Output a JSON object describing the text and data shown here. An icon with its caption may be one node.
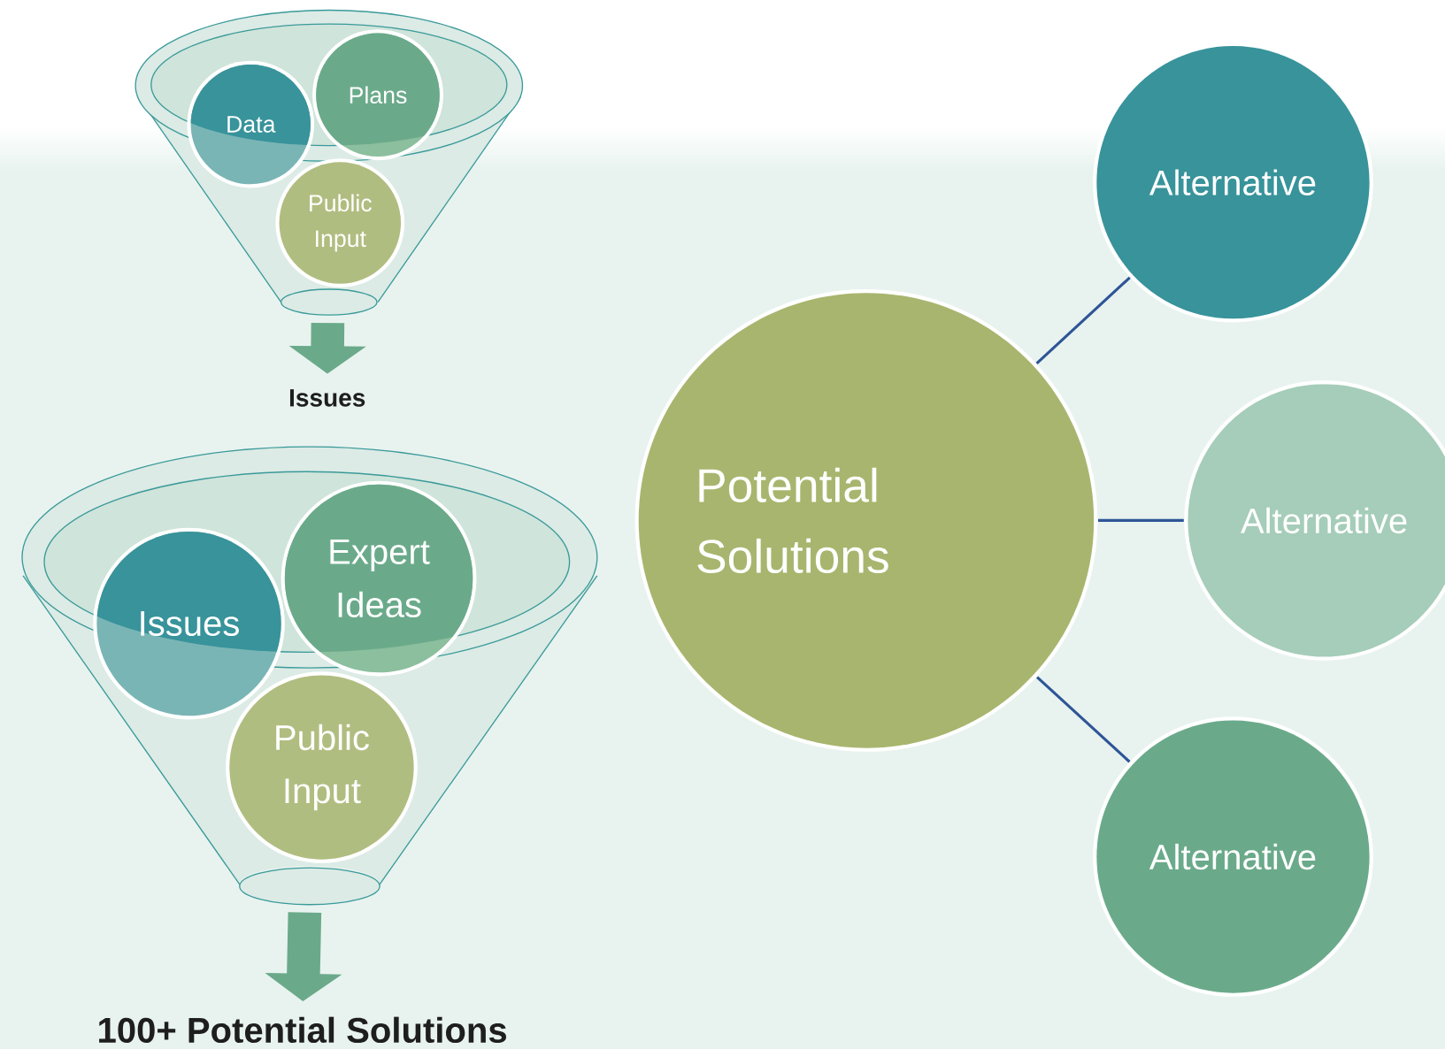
{
  "diagram": {
    "nodes": [
      {
        "text": [],
        "shape": "funnel"
      },
      {
        "text": [
          "Data"
        ]
      },
      {
        "text": [
          "Plans"
        ]
      },
      {
        "text": [
          "Public Input"
        ],
        "in": 0
      },
      {
        "text": [
          "Issues"
        ]
      },
      {
        "text": [],
        "shape": "funnel"
      },
      {
        "text": [
          "Issues"
        ]
      },
      {
        "text": [
          "Expert Ideas"
        ]
      },
      {
        "text": [
          "Public Input"
        ],
        "in": 5
      },
      {
        "text": [
          "100+ Potential Solutions"
        ]
      },
      {
        "text": [
          "Potential Solutions"
        ]
      },
      {
        "text": [
          "Alternative"
        ]
      },
      {
        "text": [
          "Alternative"
        ]
      },
      {
        "text": [
          "Alternative"
        ]
      }
    ],
    "edges": [
      {
        "from": 0,
        "to": 4,
        "arrow": "to",
        "style": "thick"
      },
      {
        "from": 5,
        "to": 9,
        "arrow": "to",
        "style": "thick"
      },
      {
        "from": 10,
        "to": 11,
        "arrow": "none"
      },
      {
        "from": 10,
        "to": 12,
        "arrow": "none"
      },
      {
        "from": 10,
        "to": 13,
        "arrow": "none"
      }
    ]
  }
}
